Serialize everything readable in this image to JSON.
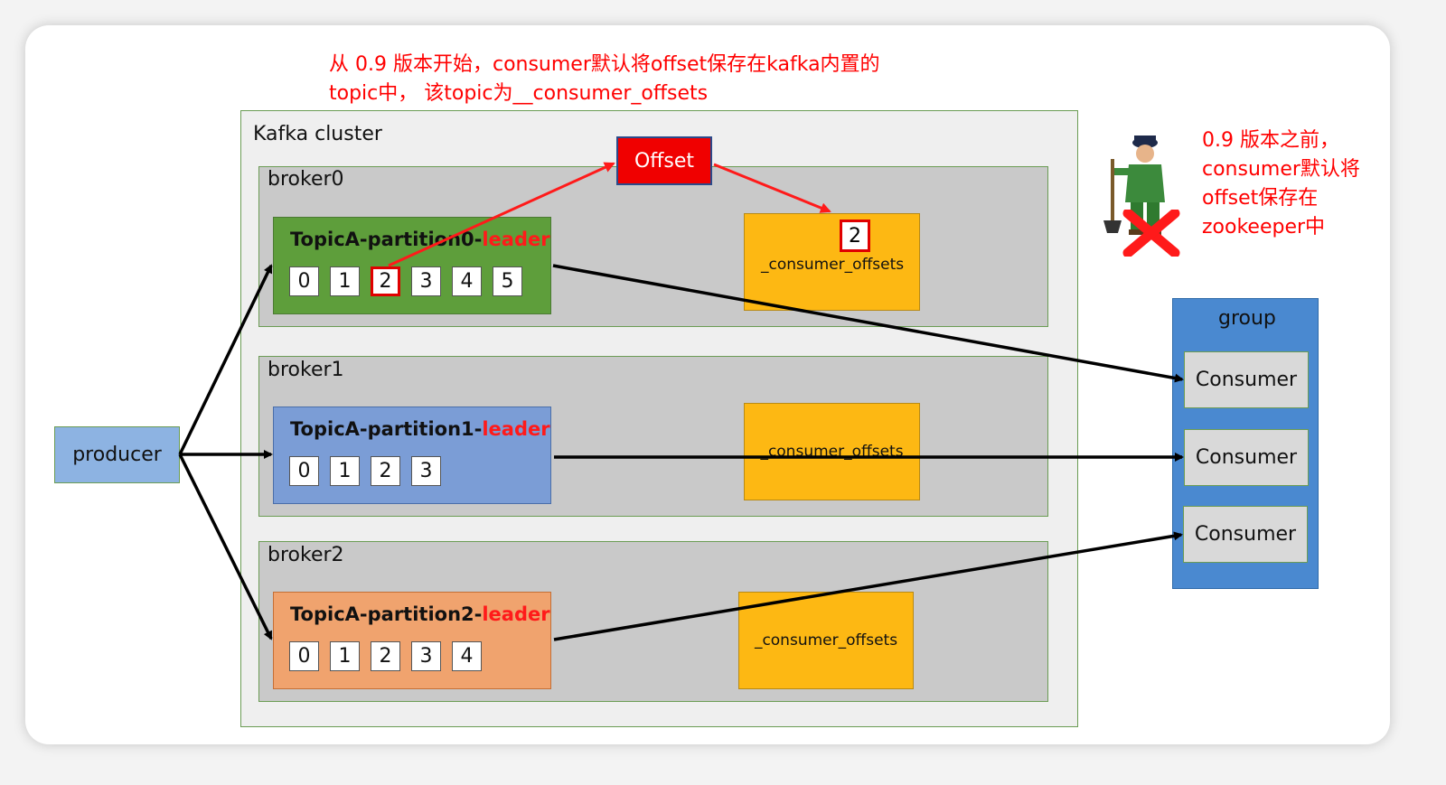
{
  "notes": {
    "top_line1": "从 0.9 版本开始，consumer默认将offset保存在kafka内置的",
    "top_line2": "topic中， 该topic为__consumer_offsets",
    "right": [
      "0.9 版本之前，",
      "consumer默认将",
      "offset保存在",
      "zookeeper中"
    ]
  },
  "cluster": {
    "label": "Kafka cluster"
  },
  "offset_tag": "Offset",
  "brokers": [
    {
      "label": "broker0",
      "partition": {
        "title": "TopicA-partition0-",
        "leader": "leader",
        "cells": [
          "0",
          "1",
          "2",
          "3",
          "4",
          "5"
        ],
        "highlight": 2
      },
      "offsets_label": "_consumer_offsets",
      "offsets_value": "2"
    },
    {
      "label": "broker1",
      "partition": {
        "title": "TopicA-partition1-",
        "leader": "leader",
        "cells": [
          "0",
          "1",
          "2",
          "3"
        ]
      },
      "offsets_label": "_consumer_offsets"
    },
    {
      "label": "broker2",
      "partition": {
        "title": "TopicA-partition2-",
        "leader": "leader",
        "cells": [
          "0",
          "1",
          "2",
          "3",
          "4"
        ]
      },
      "offsets_label": "_consumer_offsets"
    }
  ],
  "producer": "producer",
  "group": {
    "label": "group",
    "consumers": [
      "Consumer",
      "Consumer",
      "Consumer"
    ]
  },
  "icons": {
    "zookeeper": "zookeeper-keeper-figure-icon",
    "cross": "red-x-icon"
  },
  "colors": {
    "note": "#ff0000",
    "partition0": "#5e9e3b",
    "partition1": "#7b9dd6",
    "partition2": "#f0a36e",
    "offsets": "#fdb813",
    "group": "#4a89d0",
    "producer": "#8db3e2"
  }
}
